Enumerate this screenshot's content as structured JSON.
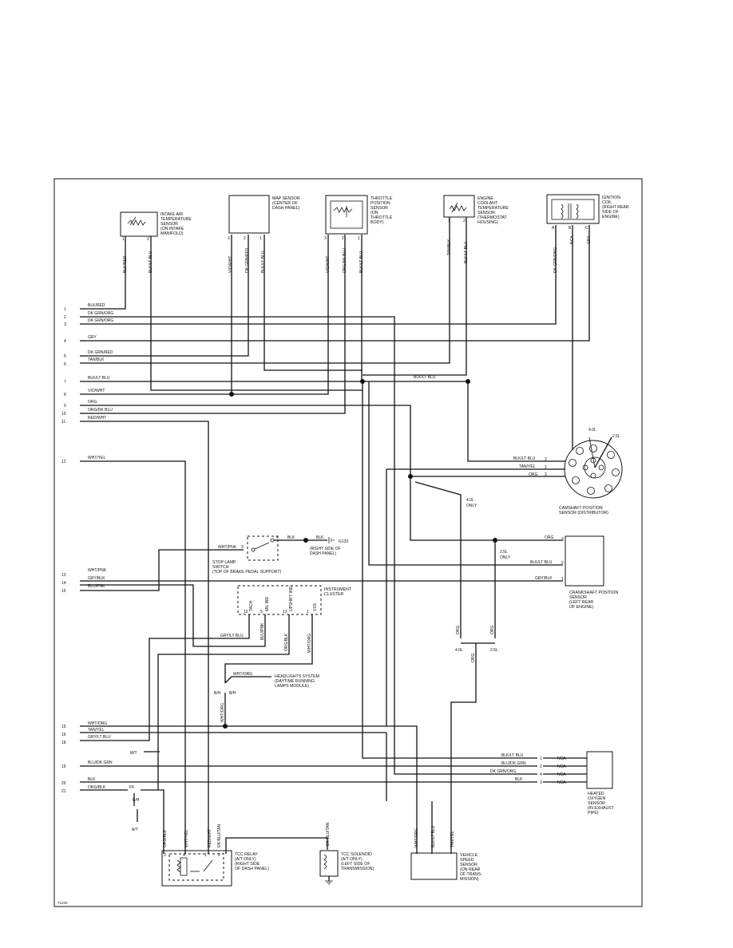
{
  "components": {
    "iat_sensor": "INTAKE AIR\nTEMPERATURE\nSENSOR\n(ON INTAKE\nMANIFOLD)",
    "map_sensor": "MAP SENSOR\n(CENTER OF\nDASH PANEL)",
    "tp_sensor": "THROTTLE\nPOSITION\nSENSOR\n(ON\nTHROTTLE\nBODY)",
    "ect_sensor": "ENGINE\nCOOLANT\nTEMPERATURE\nSENSOR\n(THERMOSTAT\nHOUSING)",
    "ignition_coil": "IGNITION\nCOIL\n(RIGHT REAR\nSIDE OF\nENGINE)",
    "cmp_sensor": "CAMSHAFT POSITION\nSENSOR     (DISTRIBUTOR)",
    "ckp_sensor": "CRANKSHAFT POSITION\nSENSOR\n(LEFT REAR\nOF ENGINE)",
    "stop_lamp_switch": "STOP LAMP\nSWITCH\n(TOP OF BRAKE PEDAL SUPPORT)",
    "ground": "G120",
    "ground_note": "(RIGHT SIDE OF\nDASH PANEL)",
    "instrument_cluster": "INSTRUMENT\nCLUSTER",
    "headlight_system": "HEADLIGHTS SYSTEM\n(DAYTIME RUNNING\nLAMPS MODULE)",
    "heated_o2": "HEATED\nOXYGEN\nSENSOR\n(IN EXHAUST\nPIPE)",
    "tcc_relay": "TCC RELAY\n(A/T ONLY)\n(RIGHT SIDE\nOF DASH PANEL)",
    "tcc_solenoid": "TCC SOLENOID\n(A/T ONLY)\n(LEFT SIDE OF\nTRANSMISSION)",
    "vss": "VEHICLE\nSPEED\nSENSOR\n(ON REAR\nOF TRANS-\nMISSION)"
  },
  "pcm_pins": [
    {
      "pin": "1",
      "wire": "BLK/RED"
    },
    {
      "pin": "2",
      "wire": "DK GRN/ORG"
    },
    {
      "pin": "3",
      "wire": "DK GRN/ORG"
    },
    {
      "pin": "4",
      "wire": "GRY"
    },
    {
      "pin": "5",
      "wire": "DK GRN/RED"
    },
    {
      "pin": "6",
      "wire": "TAN/BLK"
    },
    {
      "pin": "7",
      "wire": "BLK/LT BLU"
    },
    {
      "pin": "8",
      "wire": "VIO/WHT"
    },
    {
      "pin": "9",
      "wire": "ORG"
    },
    {
      "pin": "10",
      "wire": "ORG/DK BLU"
    },
    {
      "pin": "11",
      "wire": "RED/WHT"
    },
    {
      "pin": "12",
      "wire": "WHT/YEL"
    },
    {
      "pin": "13",
      "wire": "WHT/PNK"
    },
    {
      "pin": "14",
      "wire": "GRY/BLK"
    },
    {
      "pin": "15",
      "wire": "BLU/PNK"
    },
    {
      "pin": "15",
      "wire": "WHT/ORG"
    },
    {
      "pin": "16",
      "wire": "TAN/YEL"
    },
    {
      "pin": "18",
      "wire": "GRY/LT BLU"
    },
    {
      "pin": "19",
      "wire": "BLU/DK GRN"
    },
    {
      "pin": "20",
      "wire": "BLK"
    },
    {
      "pin": "21",
      "wire": "ORG/BLK"
    }
  ],
  "sensor_wires": {
    "iat": [
      "BLK/RED",
      "BLK/LT BLU"
    ],
    "map": [
      "VIO/WHT",
      "DK GRN/RED",
      "BLK/LT BLU"
    ],
    "tp": [
      "VIO/WHT",
      "ORG/DK BLU",
      "BLK/LT BLU"
    ],
    "ect": [
      "TAN/BLK",
      "BLK/LT BLU"
    ],
    "coil": [
      "DK GRN/ORG",
      "NCA",
      "GRY"
    ]
  },
  "cmp_wires": [
    {
      "wire": "BLK/LT BLU",
      "pin": "2"
    },
    {
      "wire": "TAN/YEL",
      "pin": "1"
    },
    {
      "wire": "ORG",
      "pin": "3"
    }
  ],
  "ckp_wires": [
    {
      "wire": "ORG",
      "pin": "3"
    },
    {
      "wire": "BLK/LT BLU",
      "pin": "2"
    },
    {
      "wire": "GRY/BLK",
      "pin": "1"
    }
  ],
  "o2_wires": [
    {
      "wire": "BLK/LT BLU",
      "pin": "1",
      "nca": "NCA"
    },
    {
      "wire": "BLU/DK GRN",
      "pin": "2",
      "nca": "NCA"
    },
    {
      "wire": "DK GRN/ORG",
      "pin": "4",
      "nca": "NCA"
    },
    {
      "wire": "BLK",
      "pin": "3",
      "nca": "NCA"
    }
  ],
  "cluster_pins": [
    "TACH",
    "MIL IND",
    "UPSHIFT IND",
    "VSS"
  ],
  "cluster_pin_numbers": [
    "12",
    "5",
    "13",
    "1"
  ],
  "cluster_wires": [
    "GRY/LT BLU",
    "BLU/PNK",
    "ORG/BLK",
    "WHT/ORG"
  ],
  "cluster_mid_label": "GRY/LT BLU",
  "junction_label": "BLK/LT BLU",
  "stop_lamp": {
    "in": "WHT/PNK",
    "in_pin": "3",
    "out_pin": "4",
    "out": "BLK",
    "to_ground": "BLK"
  },
  "headlight_wire": "WHT/ORG",
  "headlight_conn": [
    "B/H",
    "B/H"
  ],
  "engine_notes": {
    "v8": "4.0L",
    "v6": "2.5L",
    "v8_only": "4.0L\nONLY",
    "v6_only": "2.5L\nONLY",
    "org": "ORG"
  },
  "mt_label": "M/T",
  "at_label": "A/T",
  "conn_labels": [
    "F6",
    "B/H"
  ],
  "tcc_relay_wires": [
    {
      "wire": "ORG/BLK",
      "pin": "3"
    },
    {
      "wire": "WHT/YEL",
      "pin": "4"
    },
    {
      "wire": "RED/WHT",
      "pin": "1"
    },
    {
      "wire": "DK BLU/TAN",
      "pin": "2"
    }
  ],
  "tcc_solenoid_wire": "DK BLU/TAN",
  "vss_wires": [
    "WHT/ORG",
    "BLK/LT BLU",
    "TAN/YEL"
  ],
  "figure_id": "71240"
}
